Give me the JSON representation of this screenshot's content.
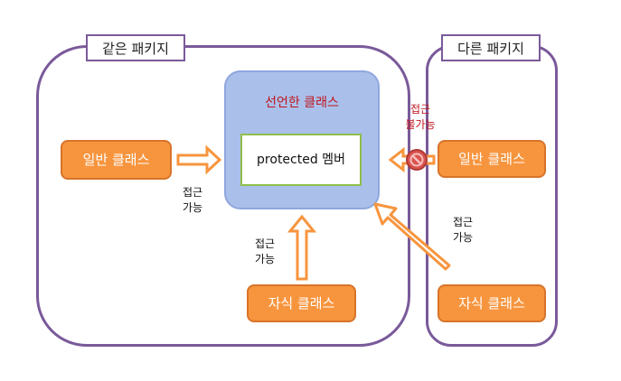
{
  "packages": {
    "same": {
      "label": "같은 패키지"
    },
    "other": {
      "label": "다른 패키지"
    }
  },
  "declared": {
    "title": "선언한 클래스",
    "member": "protected 멤버"
  },
  "classes": {
    "same_normal": "일반 클래스",
    "same_child": "자식 클래스",
    "other_normal": "일반 클래스",
    "other_child": "자식 클래스"
  },
  "notes": {
    "same_normal_access": "접근\n가능",
    "same_child_access": "접근\n가능",
    "other_normal_access": "접근\n불가능",
    "other_child_access": "접근\n가능"
  },
  "icons": {
    "arrow": "hollow-arrow-icon",
    "block": "no-entry-icon"
  },
  "colors": {
    "package_border": "#7a5a9a",
    "class_fill": "#f7953e",
    "declared_fill": "#aac0ea",
    "member_border": "#8fbf4a",
    "title_red": "#c0141e"
  }
}
